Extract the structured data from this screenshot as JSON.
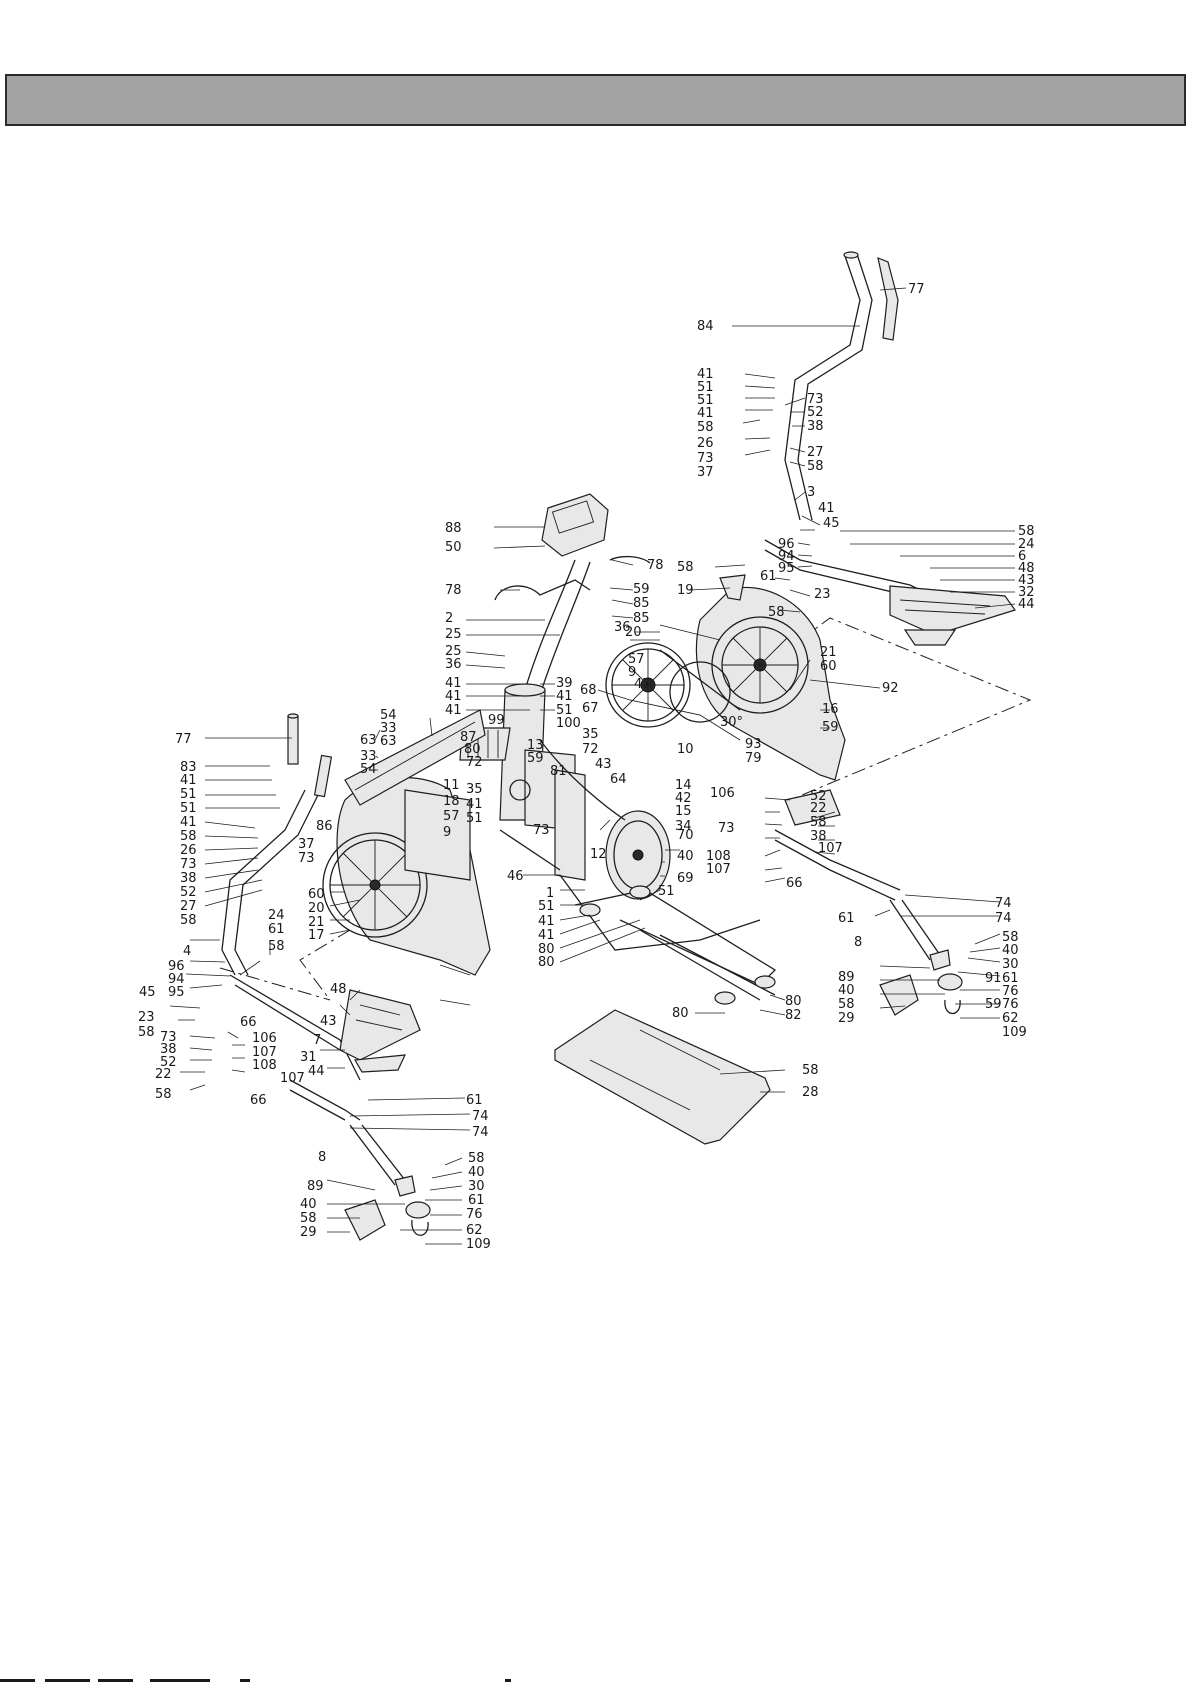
{
  "angle_label": "30°",
  "callouts": [
    {
      "id": "c77a",
      "label": "77"
    },
    {
      "id": "c84",
      "label": "84"
    },
    {
      "id": "c41a",
      "label": "41"
    },
    {
      "id": "c51a",
      "label": "51"
    },
    {
      "id": "c51b",
      "label": "51"
    },
    {
      "id": "c41b",
      "label": "41"
    },
    {
      "id": "c58a",
      "label": "58"
    },
    {
      "id": "c26a",
      "label": "26"
    },
    {
      "id": "c73a",
      "label": "73"
    },
    {
      "id": "c37a",
      "label": "37"
    },
    {
      "id": "c73b",
      "label": "73"
    },
    {
      "id": "c52a",
      "label": "52"
    },
    {
      "id": "c38a",
      "label": "38"
    },
    {
      "id": "c27a",
      "label": "27"
    },
    {
      "id": "c58b",
      "label": "58"
    },
    {
      "id": "c3",
      "label": "3"
    },
    {
      "id": "c41c",
      "label": "41"
    },
    {
      "id": "c45a",
      "label": "45"
    },
    {
      "id": "c58c",
      "label": "58"
    },
    {
      "id": "c24a",
      "label": "24"
    },
    {
      "id": "c6",
      "label": "6"
    },
    {
      "id": "c48a",
      "label": "48"
    },
    {
      "id": "c43a",
      "label": "43"
    },
    {
      "id": "c32",
      "label": "32"
    },
    {
      "id": "c44a",
      "label": "44"
    },
    {
      "id": "c96a",
      "label": "96"
    },
    {
      "id": "c94a",
      "label": "94"
    },
    {
      "id": "c95a",
      "label": "95"
    },
    {
      "id": "c58d",
      "label": "58"
    },
    {
      "id": "c19",
      "label": "19"
    },
    {
      "id": "c61a",
      "label": "61"
    },
    {
      "id": "c23a",
      "label": "23"
    },
    {
      "id": "c58e",
      "label": "58"
    },
    {
      "id": "c88",
      "label": "88"
    },
    {
      "id": "c50",
      "label": "50"
    },
    {
      "id": "c78a",
      "label": "78"
    },
    {
      "id": "c78b",
      "label": "78"
    },
    {
      "id": "c59a",
      "label": "59"
    },
    {
      "id": "c85a",
      "label": "85"
    },
    {
      "id": "c85b",
      "label": "85"
    },
    {
      "id": "c2",
      "label": "2"
    },
    {
      "id": "c25a",
      "label": "25"
    },
    {
      "id": "c36a",
      "label": "36"
    },
    {
      "id": "c25b",
      "label": "25"
    },
    {
      "id": "c36b",
      "label": "36"
    },
    {
      "id": "c20a",
      "label": "20"
    },
    {
      "id": "c21a",
      "label": "21"
    },
    {
      "id": "c60a",
      "label": "60"
    },
    {
      "id": "c92",
      "label": "92"
    },
    {
      "id": "c16",
      "label": "16"
    },
    {
      "id": "c59b",
      "label": "59"
    },
    {
      "id": "c57a",
      "label": "57"
    },
    {
      "id": "c9a",
      "label": "9"
    },
    {
      "id": "c68",
      "label": "68"
    },
    {
      "id": "c47",
      "label": "47"
    },
    {
      "id": "c41d",
      "label": "41"
    },
    {
      "id": "c41e",
      "label": "41"
    },
    {
      "id": "c41f",
      "label": "41"
    },
    {
      "id": "c39",
      "label": "39"
    },
    {
      "id": "c41g",
      "label": "41"
    },
    {
      "id": "c51c",
      "label": "51"
    },
    {
      "id": "c100",
      "label": "100"
    },
    {
      "id": "c54a",
      "label": "54"
    },
    {
      "id": "c33a",
      "label": "33"
    },
    {
      "id": "c63a",
      "label": "63"
    },
    {
      "id": "c33b",
      "label": "33"
    },
    {
      "id": "c63b",
      "label": "63"
    },
    {
      "id": "c54b",
      "label": "54"
    },
    {
      "id": "c99",
      "label": "99"
    },
    {
      "id": "c87",
      "label": "87"
    },
    {
      "id": "c80a",
      "label": "80"
    },
    {
      "id": "c72a",
      "label": "72"
    },
    {
      "id": "c67",
      "label": "67"
    },
    {
      "id": "c35a",
      "label": "35"
    },
    {
      "id": "c72b",
      "label": "72"
    },
    {
      "id": "c93",
      "label": "93"
    },
    {
      "id": "c10",
      "label": "10"
    },
    {
      "id": "c79",
      "label": "79"
    },
    {
      "id": "c13",
      "label": "13"
    },
    {
      "id": "c59c",
      "label": "59"
    },
    {
      "id": "c81",
      "label": "81"
    },
    {
      "id": "c43b",
      "label": "43"
    },
    {
      "id": "c64",
      "label": "64"
    },
    {
      "id": "c35b",
      "label": "35"
    },
    {
      "id": "c14",
      "label": "14"
    },
    {
      "id": "c42",
      "label": "42"
    },
    {
      "id": "c15",
      "label": "15"
    },
    {
      "id": "c34",
      "label": "34"
    },
    {
      "id": "c73c",
      "label": "73"
    },
    {
      "id": "c41h",
      "label": "41"
    },
    {
      "id": "c51d",
      "label": "51"
    },
    {
      "id": "c77b",
      "label": "77"
    },
    {
      "id": "c83",
      "label": "83"
    },
    {
      "id": "c41i",
      "label": "41"
    },
    {
      "id": "c51e",
      "label": "51"
    },
    {
      "id": "c51f",
      "label": "51"
    },
    {
      "id": "c41j",
      "label": "41"
    },
    {
      "id": "c58f",
      "label": "58"
    },
    {
      "id": "c26b",
      "label": "26"
    },
    {
      "id": "c73d",
      "label": "73"
    },
    {
      "id": "c38b",
      "label": "38"
    },
    {
      "id": "c52b",
      "label": "52"
    },
    {
      "id": "c27b",
      "label": "27"
    },
    {
      "id": "c58g",
      "label": "58"
    },
    {
      "id": "c37b",
      "label": "37"
    },
    {
      "id": "c73e",
      "label": "73"
    },
    {
      "id": "c86",
      "label": "86"
    },
    {
      "id": "c11",
      "label": "11"
    },
    {
      "id": "c18",
      "label": "18"
    },
    {
      "id": "c57b",
      "label": "57"
    },
    {
      "id": "c9b",
      "label": "9"
    },
    {
      "id": "c60b",
      "label": "60"
    },
    {
      "id": "c20b",
      "label": "20"
    },
    {
      "id": "c21b",
      "label": "21"
    },
    {
      "id": "c17",
      "label": "17"
    },
    {
      "id": "c24b",
      "label": "24"
    },
    {
      "id": "c61b",
      "label": "61"
    },
    {
      "id": "c58h",
      "label": "58"
    },
    {
      "id": "c4",
      "label": "4"
    },
    {
      "id": "c96b",
      "label": "96"
    },
    {
      "id": "c94b",
      "label": "94"
    },
    {
      "id": "c45b",
      "label": "45"
    },
    {
      "id": "c95b",
      "label": "95"
    },
    {
      "id": "c23b",
      "label": "23"
    },
    {
      "id": "c58i",
      "label": "58"
    },
    {
      "id": "c66a",
      "label": "66"
    },
    {
      "id": "c48b",
      "label": "48"
    },
    {
      "id": "c43c",
      "label": "43"
    },
    {
      "id": "c7",
      "label": "7"
    },
    {
      "id": "c31",
      "label": "31"
    },
    {
      "id": "c44b",
      "label": "44"
    },
    {
      "id": "c73f",
      "label": "73"
    },
    {
      "id": "c38c",
      "label": "38"
    },
    {
      "id": "c52c",
      "label": "52"
    },
    {
      "id": "c22a",
      "label": "22"
    },
    {
      "id": "c58j",
      "label": "58"
    },
    {
      "id": "c106a",
      "label": "106"
    },
    {
      "id": "c107a",
      "label": "107"
    },
    {
      "id": "c108a",
      "label": "108"
    },
    {
      "id": "c107b",
      "label": "107"
    },
    {
      "id": "c66b",
      "label": "66"
    },
    {
      "id": "c61c",
      "label": "61"
    },
    {
      "id": "c74a",
      "label": "74"
    },
    {
      "id": "c74b",
      "label": "74"
    },
    {
      "id": "c8a",
      "label": "8"
    },
    {
      "id": "c58k",
      "label": "58"
    },
    {
      "id": "c40a",
      "label": "40"
    },
    {
      "id": "c30a",
      "label": "30"
    },
    {
      "id": "c61d",
      "label": "61"
    },
    {
      "id": "c89a",
      "label": "89"
    },
    {
      "id": "c40b",
      "label": "40"
    },
    {
      "id": "c76a",
      "label": "76"
    },
    {
      "id": "c58l",
      "label": "58"
    },
    {
      "id": "c62a",
      "label": "62"
    },
    {
      "id": "c29a",
      "label": "29"
    },
    {
      "id": "c109a",
      "label": "109"
    },
    {
      "id": "c46",
      "label": "46"
    },
    {
      "id": "c12",
      "label": "12"
    },
    {
      "id": "c70",
      "label": "70"
    },
    {
      "id": "c40c",
      "label": "40"
    },
    {
      "id": "c69",
      "label": "69"
    },
    {
      "id": "c1",
      "label": "1"
    },
    {
      "id": "c51g",
      "label": "51"
    },
    {
      "id": "c51h",
      "label": "51"
    },
    {
      "id": "c41k",
      "label": "41"
    },
    {
      "id": "c41l",
      "label": "41"
    },
    {
      "id": "c80b",
      "label": "80"
    },
    {
      "id": "c80c",
      "label": "80"
    },
    {
      "id": "c91",
      "label": "91"
    },
    {
      "id": "c59d",
      "label": "59"
    },
    {
      "id": "c80d",
      "label": "80"
    },
    {
      "id": "c80e",
      "label": "80"
    },
    {
      "id": "c82",
      "label": "82"
    },
    {
      "id": "c58m",
      "label": "58"
    },
    {
      "id": "c28",
      "label": "28"
    },
    {
      "id": "c106b",
      "label": "106"
    },
    {
      "id": "c73g",
      "label": "73"
    },
    {
      "id": "c52d",
      "label": "52"
    },
    {
      "id": "c22b",
      "label": "22"
    },
    {
      "id": "c58n",
      "label": "58"
    },
    {
      "id": "c38d",
      "label": "38"
    },
    {
      "id": "c107c",
      "label": "107"
    },
    {
      "id": "c108b",
      "label": "108"
    },
    {
      "id": "c107d",
      "label": "107"
    },
    {
      "id": "c66c",
      "label": "66"
    },
    {
      "id": "c74c",
      "label": "74"
    },
    {
      "id": "c61e",
      "label": "61"
    },
    {
      "id": "c74d",
      "label": "74"
    },
    {
      "id": "c8b",
      "label": "8"
    },
    {
      "id": "c58o",
      "label": "58"
    },
    {
      "id": "c40d",
      "label": "40"
    },
    {
      "id": "c30b",
      "label": "30"
    },
    {
      "id": "c61f",
      "label": "61"
    },
    {
      "id": "c89b",
      "label": "89"
    },
    {
      "id": "c40e",
      "label": "40"
    },
    {
      "id": "c76b",
      "label": "76"
    },
    {
      "id": "c58p",
      "label": "58"
    },
    {
      "id": "c76c",
      "label": "76"
    },
    {
      "id": "c29b",
      "label": "29"
    },
    {
      "id": "c62b",
      "label": "62"
    },
    {
      "id": "c109b",
      "label": "109"
    }
  ]
}
